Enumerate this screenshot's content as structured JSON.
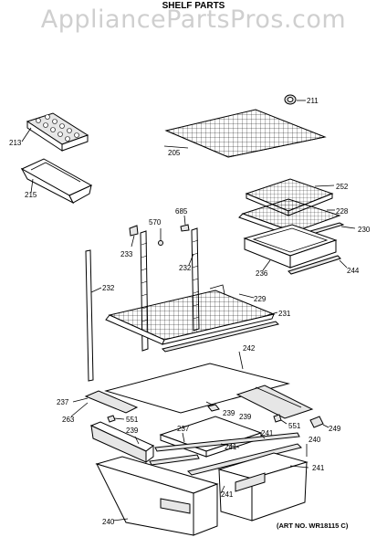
{
  "watermark": "AppliancePartsPros.com",
  "title": "SHELF PARTS",
  "art_no": "(ART NO. WR18115 C)",
  "labels": {
    "l211": "211",
    "l213": "213",
    "l215": "215",
    "l205": "205",
    "l252": "252",
    "l228": "228",
    "l230": "230",
    "l236": "236",
    "l244": "244",
    "l685": "685",
    "l570": "570",
    "l233": "233",
    "l232a": "232",
    "l232b": "232",
    "l229": "229",
    "l231": "231",
    "l242": "242",
    "l237a": "237",
    "l263": "263",
    "l551a": "551",
    "l239a": "239",
    "l237b": "237",
    "l239b": "239",
    "l239c": "239",
    "l551b": "551",
    "l249": "249",
    "l241a": "241",
    "l241b": "241",
    "l240a": "240",
    "l241c": "241",
    "l241d": "241",
    "l240b": "240"
  }
}
